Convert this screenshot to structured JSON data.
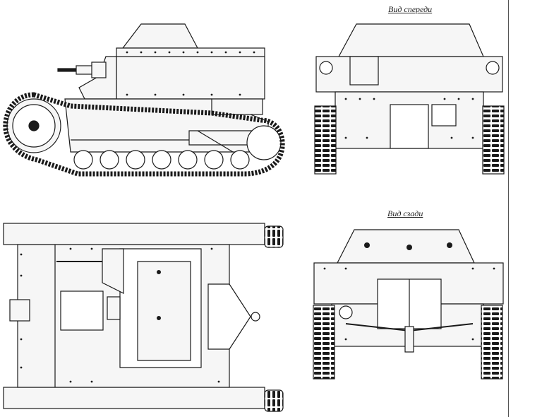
{
  "labels": {
    "front_view": "Вид спереди",
    "rear_view": "Вид сзади"
  },
  "colors": {
    "line": "#1a1a1a",
    "fill": "#f6f6f6",
    "dark": "#2a2a2a",
    "paper": "#ffffff"
  },
  "views": [
    {
      "name": "side-view"
    },
    {
      "name": "front-view"
    },
    {
      "name": "top-view"
    },
    {
      "name": "rear-view"
    }
  ]
}
